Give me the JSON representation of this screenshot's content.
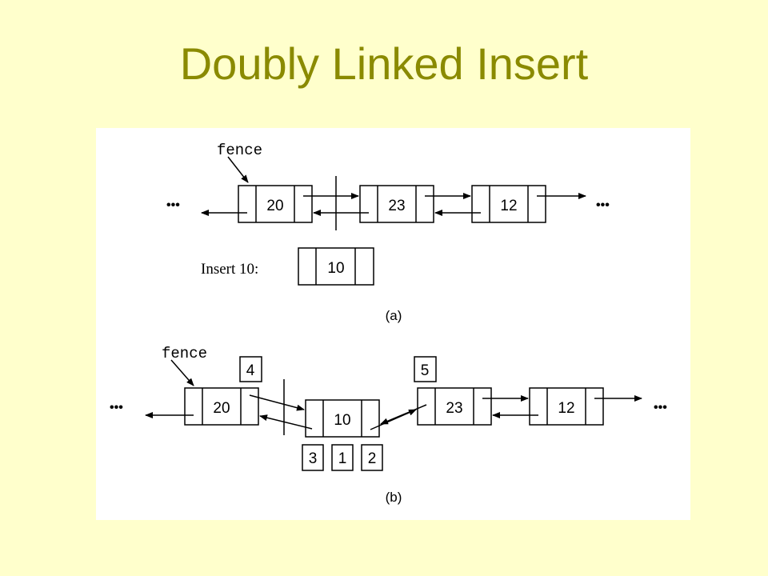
{
  "slide": {
    "title": "Doubly Linked Insert"
  },
  "diagram": {
    "part_a": {
      "fence_label": "fence",
      "ellipsis_left": "•••",
      "ellipsis_right": "•••",
      "nodes": [
        "20",
        "23",
        "12"
      ],
      "insert_label": "Insert 10:",
      "insert_node": "10",
      "caption": "(a)"
    },
    "part_b": {
      "fence_label": "fence",
      "ellipsis_left": "•••",
      "ellipsis_right": "•••",
      "nodes": [
        "20",
        "10",
        "23",
        "12"
      ],
      "step_labels": [
        "4",
        "5",
        "3",
        "1",
        "2"
      ],
      "caption": "(b)"
    }
  }
}
